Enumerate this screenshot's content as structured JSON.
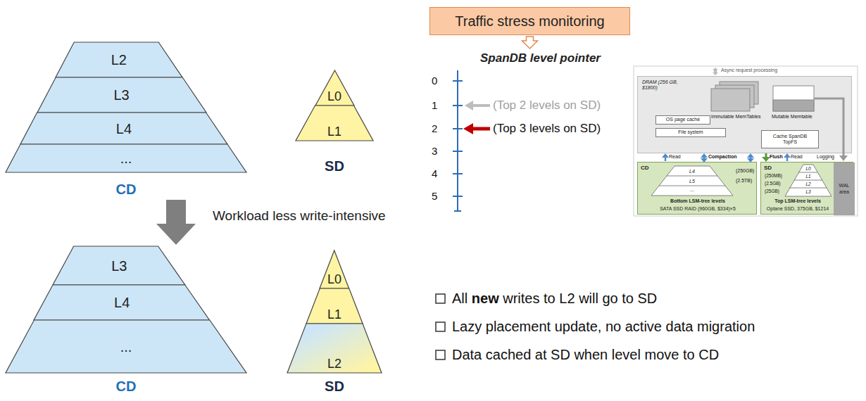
{
  "diagram": {
    "nodes": [
      {
        "text": [
          "CD"
        ]
      },
      {
        "text": [
          "L2"
        ],
        "in": 0
      },
      {
        "text": [
          "L3"
        ],
        "in": 0
      },
      {
        "text": [
          "L4"
        ],
        "in": 0
      },
      {
        "text": [
          "..."
        ],
        "in": 0
      },
      {
        "text": [
          "SD"
        ]
      },
      {
        "text": [
          "L0"
        ],
        "in": 5
      },
      {
        "text": [
          "L1"
        ],
        "in": 5
      },
      {
        "text": [
          "CD"
        ]
      },
      {
        "text": [
          "L3"
        ],
        "in": 8
      },
      {
        "text": [
          "L4"
        ],
        "in": 8
      },
      {
        "text": [
          "..."
        ],
        "in": 8
      },
      {
        "text": [
          "SD"
        ]
      },
      {
        "text": [
          "L0"
        ],
        "in": 12
      },
      {
        "text": [
          "L1"
        ],
        "in": 12
      },
      {
        "text": [
          "L2"
        ],
        "in": 12
      },
      {
        "text": [
          "Traffic stress monitoring"
        ]
      },
      {
        "text": [
          "SpanDB level pointer"
        ]
      },
      {
        "text": [
          "DRAM (256 GB, $1800)"
        ]
      },
      {
        "text": [
          "OS page cache"
        ],
        "in": 18
      },
      {
        "text": [
          "File system"
        ],
        "in": 18
      },
      {
        "text": [
          "Cache SpanDB TopFS"
        ],
        "in": 18
      },
      {
        "text": [
          "CD",
          "Bottom LSM-tree levels",
          "SATA SSD RAID (960GB, $334)×5"
        ]
      },
      {
        "text": [
          "SD",
          "Top LSM-tree levels",
          "Optane SSD, 375GB, $1214"
        ]
      },
      {
        "text": [
          "WAL area"
        ],
        "in": 23
      }
    ],
    "edges": [
      {
        "from": 0,
        "to": 8,
        "arrow": "to",
        "label": "Workload less write-intensive"
      },
      {
        "from": 16,
        "to": 17,
        "arrow": "to"
      }
    ],
    "labels": [
      "0",
      "1",
      "2",
      "3",
      "4",
      "5",
      "(Top 2 levels on SD)",
      "(Top 3 levels on SD)",
      "All new writes to L2 will go to SD",
      "Lazy placement update, no active data migration",
      "Data cached at SD when level move to CD",
      "Async request processing",
      "Immutable MemTables",
      "Mutable Memtable",
      "Read",
      "Compaction",
      "Flush",
      "Read",
      "Logging",
      "L4",
      "L5",
      "(250GB)",
      "(2.5TB)",
      "...",
      "(250MB)",
      "(2.5GB)",
      "(25GB)",
      "L0",
      "L1",
      "L2",
      "L3"
    ]
  }
}
